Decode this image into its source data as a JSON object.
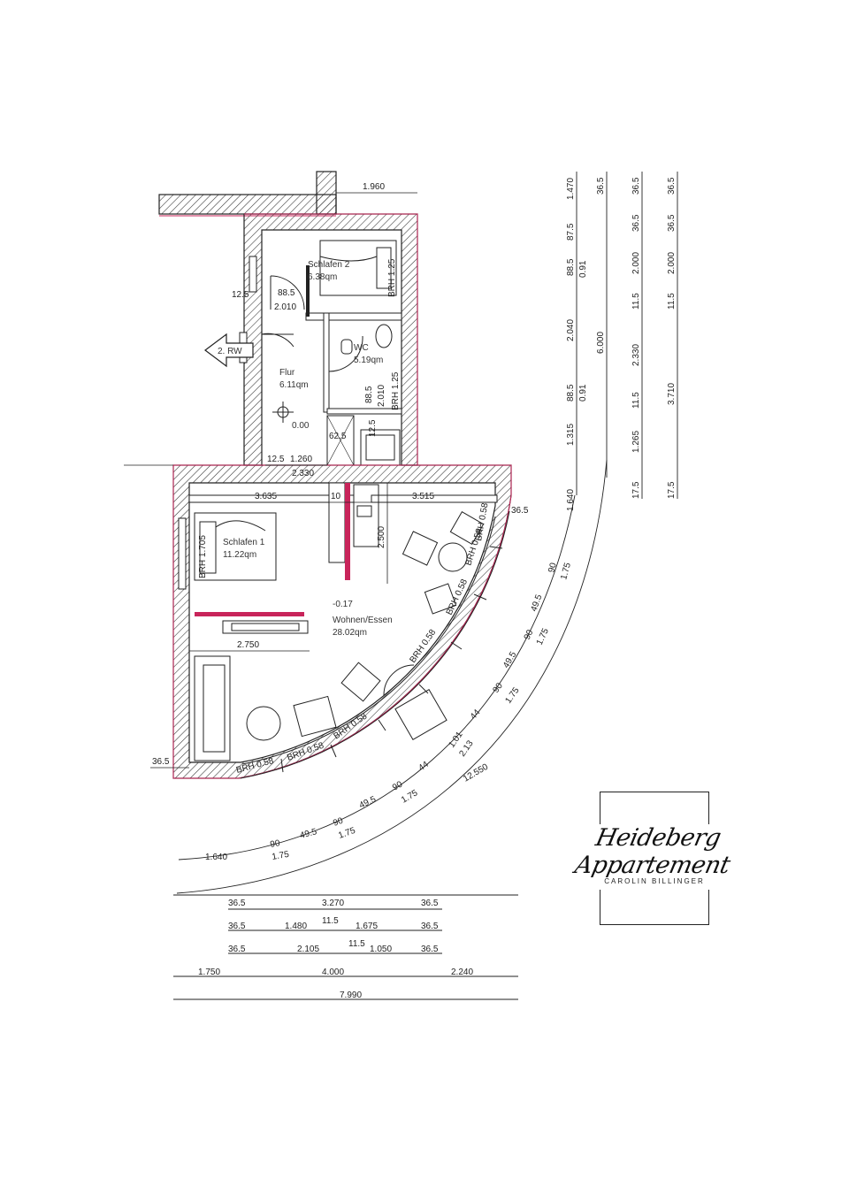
{
  "rooms": [
    {
      "key": "schlafen2",
      "name": "Schlafen 2",
      "area": "6.38qm"
    },
    {
      "key": "wc",
      "name": "WC",
      "area": "5.19qm"
    },
    {
      "key": "flur",
      "name": "Flur",
      "area": "6.11qm"
    },
    {
      "key": "schlafen1",
      "name": "Schlafen 1",
      "area": "11.22qm"
    },
    {
      "key": "wohnen",
      "name": "Wohnen/Essen",
      "area": "28.02qm"
    }
  ],
  "levels": {
    "flur": "0.00",
    "wohnen": "-0.17"
  },
  "exit_label": "2. RW",
  "dims": {
    "top_1960": "1.960",
    "w_12_5": "12.5",
    "w_88_5": "88.5",
    "w_2010": "2.010",
    "wc_88_5": "88.5",
    "wc_2010": "2.010",
    "wc_brh": "BRH 1.25",
    "s2_brh": "BRH 1.25",
    "k_12_5": "12.5",
    "k_62_5": "62.5",
    "f_12_5": "12.5",
    "f_1260": "1.260",
    "f_2330": "2.330",
    "r_3635": "3.635",
    "r_10": "10",
    "r_3515": "3.515",
    "r_2500": "2.500",
    "r_36_5": "36.5",
    "s1_brh": "BRH 1.705",
    "w_2750": "2.750",
    "l_36_5": "36.5",
    "brh_a": "BRH 0.58",
    "brh_b": "BRH 0.58",
    "brh_c": "BRH 0.58",
    "brh_d": "BRH 0.58",
    "brh_e": "BRH 0.58",
    "brh_f": "BRH 0.58",
    "brh_g": "BRH 0.58"
  },
  "right_dims": {
    "col1": [
      "1.470",
      "87.5",
      "88.5",
      "0.91",
      "2.040",
      "88.5",
      "0.91",
      "1.315",
      "1.640"
    ],
    "col2": [
      "36.5",
      "6.000"
    ],
    "col3": [
      "36.5",
      "36.5",
      "2.000",
      "11.5",
      "2.330",
      "11.5",
      "1.265",
      "17.5"
    ],
    "col4": [
      "36.5",
      "36.5",
      "2.000",
      "11.5",
      "3.710",
      "17.5"
    ]
  },
  "arc_dims": [
    "1.640",
    "90",
    "1.75",
    "49.5",
    "90",
    "1.75",
    "49.5",
    "90",
    "1.75",
    "44",
    "1.01",
    "2.13",
    "44",
    "90",
    "1.75",
    "49.5",
    "90",
    "1.75",
    "49.5",
    "90",
    "1.75",
    "12.550"
  ],
  "bottom_dims": {
    "row1": [
      "36.5",
      "3.270",
      "36.5"
    ],
    "row2": [
      "36.5",
      "1.480",
      "11.5",
      "1.675",
      "36.5"
    ],
    "row3": [
      "36.5",
      "2.105",
      "11.5",
      "1.050",
      "36.5"
    ],
    "row4": [
      "1.750",
      "4.000",
      "2.240"
    ],
    "row5": [
      "7.990"
    ]
  },
  "logo": {
    "name": "Heideberg Appartement",
    "sub": "CAROLIN BILLINGER"
  },
  "colors": {
    "wall": "#222222",
    "accent": "#c8245a"
  }
}
